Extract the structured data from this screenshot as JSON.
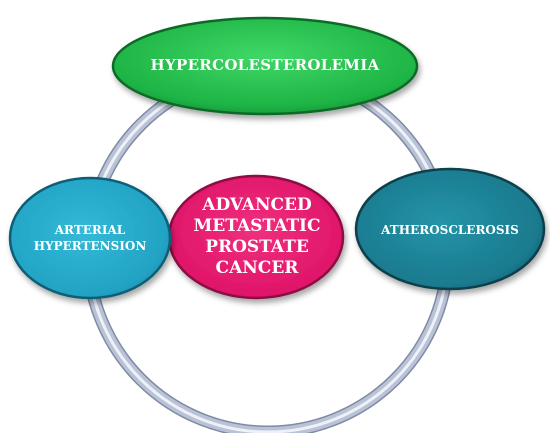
{
  "nodes": {
    "top": {
      "text": "HYPERCOLESTEROLEMIA",
      "color": "#22c04a"
    },
    "center": {
      "text": "ADVANCED\nMETASTATIC\nPROSTATE\nCANCER",
      "color": "#e8186e"
    },
    "left": {
      "text": "ARTERIAL\nHYPERTENSION",
      "color": "#24a8c8"
    },
    "right": {
      "text": "ATHEROSCLEROSIS",
      "color": "#1a7f92"
    }
  },
  "ring_color": "#b9c2d6"
}
